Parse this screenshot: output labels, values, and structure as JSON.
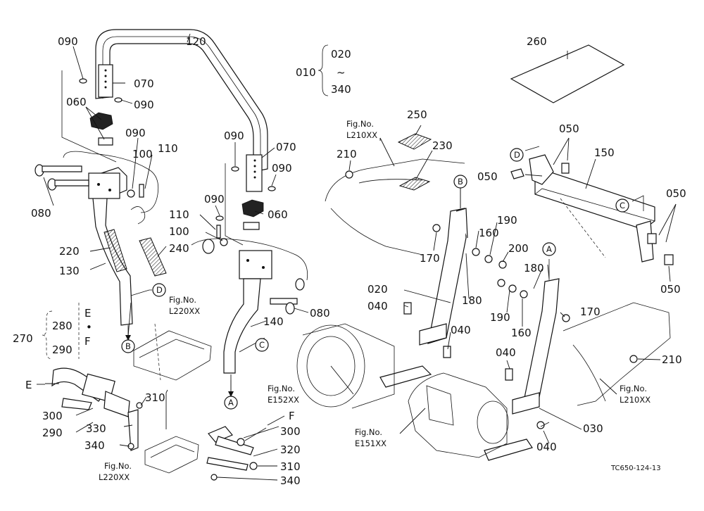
{
  "figure_code": "TC650-124-13",
  "callouts": {
    "c010": "010",
    "c020_range": "020",
    "c340_range": "340",
    "tilde": "~",
    "c020": "020",
    "c030": "030",
    "c040a": "040",
    "c040b": "040",
    "c040c": "040",
    "c040d": "040",
    "c050a": "050",
    "c050b": "050",
    "c050c": "050",
    "c050d": "050",
    "c060a": "060",
    "c060b": "060",
    "c070a": "070",
    "c070b": "070",
    "c080a": "080",
    "c080b": "080",
    "c090a": "090",
    "c090b": "090",
    "c090c": "090",
    "c090d": "090",
    "c090e": "090",
    "c090f": "090",
    "c100a": "100",
    "c100b": "100",
    "c110a": "110",
    "c110b": "110",
    "c120": "120",
    "c130": "130",
    "c140": "140",
    "c150": "150",
    "c160a": "160",
    "c160b": "160",
    "c170a": "170",
    "c170b": "170",
    "c180a": "180",
    "c180b": "180",
    "c190a": "190",
    "c190b": "190",
    "c200": "200",
    "c210a": "210",
    "c210b": "210",
    "c220": "220",
    "c230": "230",
    "c240": "240",
    "c250": "250",
    "c260": "260",
    "c270": "270",
    "c280": "280",
    "c290a": "290",
    "c290b": "290",
    "c300a": "300",
    "c300b": "300",
    "c310a": "310",
    "c310b": "310",
    "c320": "320",
    "c330": "330",
    "c340a": "340",
    "c340b": "340"
  },
  "refs": {
    "A1": "A",
    "A2": "A",
    "B1": "B",
    "B2": "B",
    "C1": "C",
    "C2": "C",
    "D1": "D",
    "D2": "D",
    "E1": "E",
    "E2": "E",
    "F1": "F",
    "F2": "F",
    "dot": "•"
  },
  "fig_refs": {
    "fig_label": "Fig.No.",
    "L210_top": "L210XX",
    "L210_right": "L210XX",
    "L220_mid": "L220XX",
    "L220_bottom": "L220XX",
    "E152": "E152XX",
    "E151": "E151XX"
  }
}
